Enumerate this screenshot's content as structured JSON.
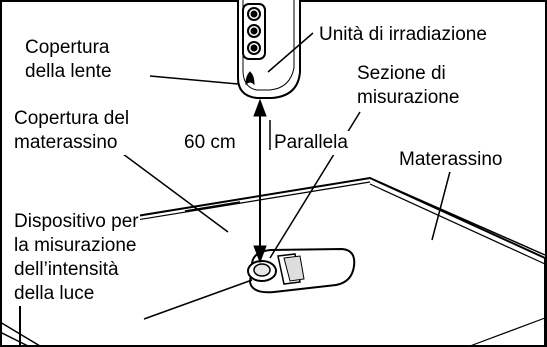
{
  "labels": {
    "lens_cover": "Copertura\ndella lente",
    "irradiation_unit": "Unità di irradiazione",
    "measuring_section": "Sezione di\nmisurazione",
    "mattress_cover": "Copertura del\nmaterassino",
    "distance": "60 cm",
    "parallel": "Parallela",
    "mattress": "Materassino",
    "light_meter": "Dispositivo per\nla misurazione\ndell’intensità\ndella luce"
  }
}
